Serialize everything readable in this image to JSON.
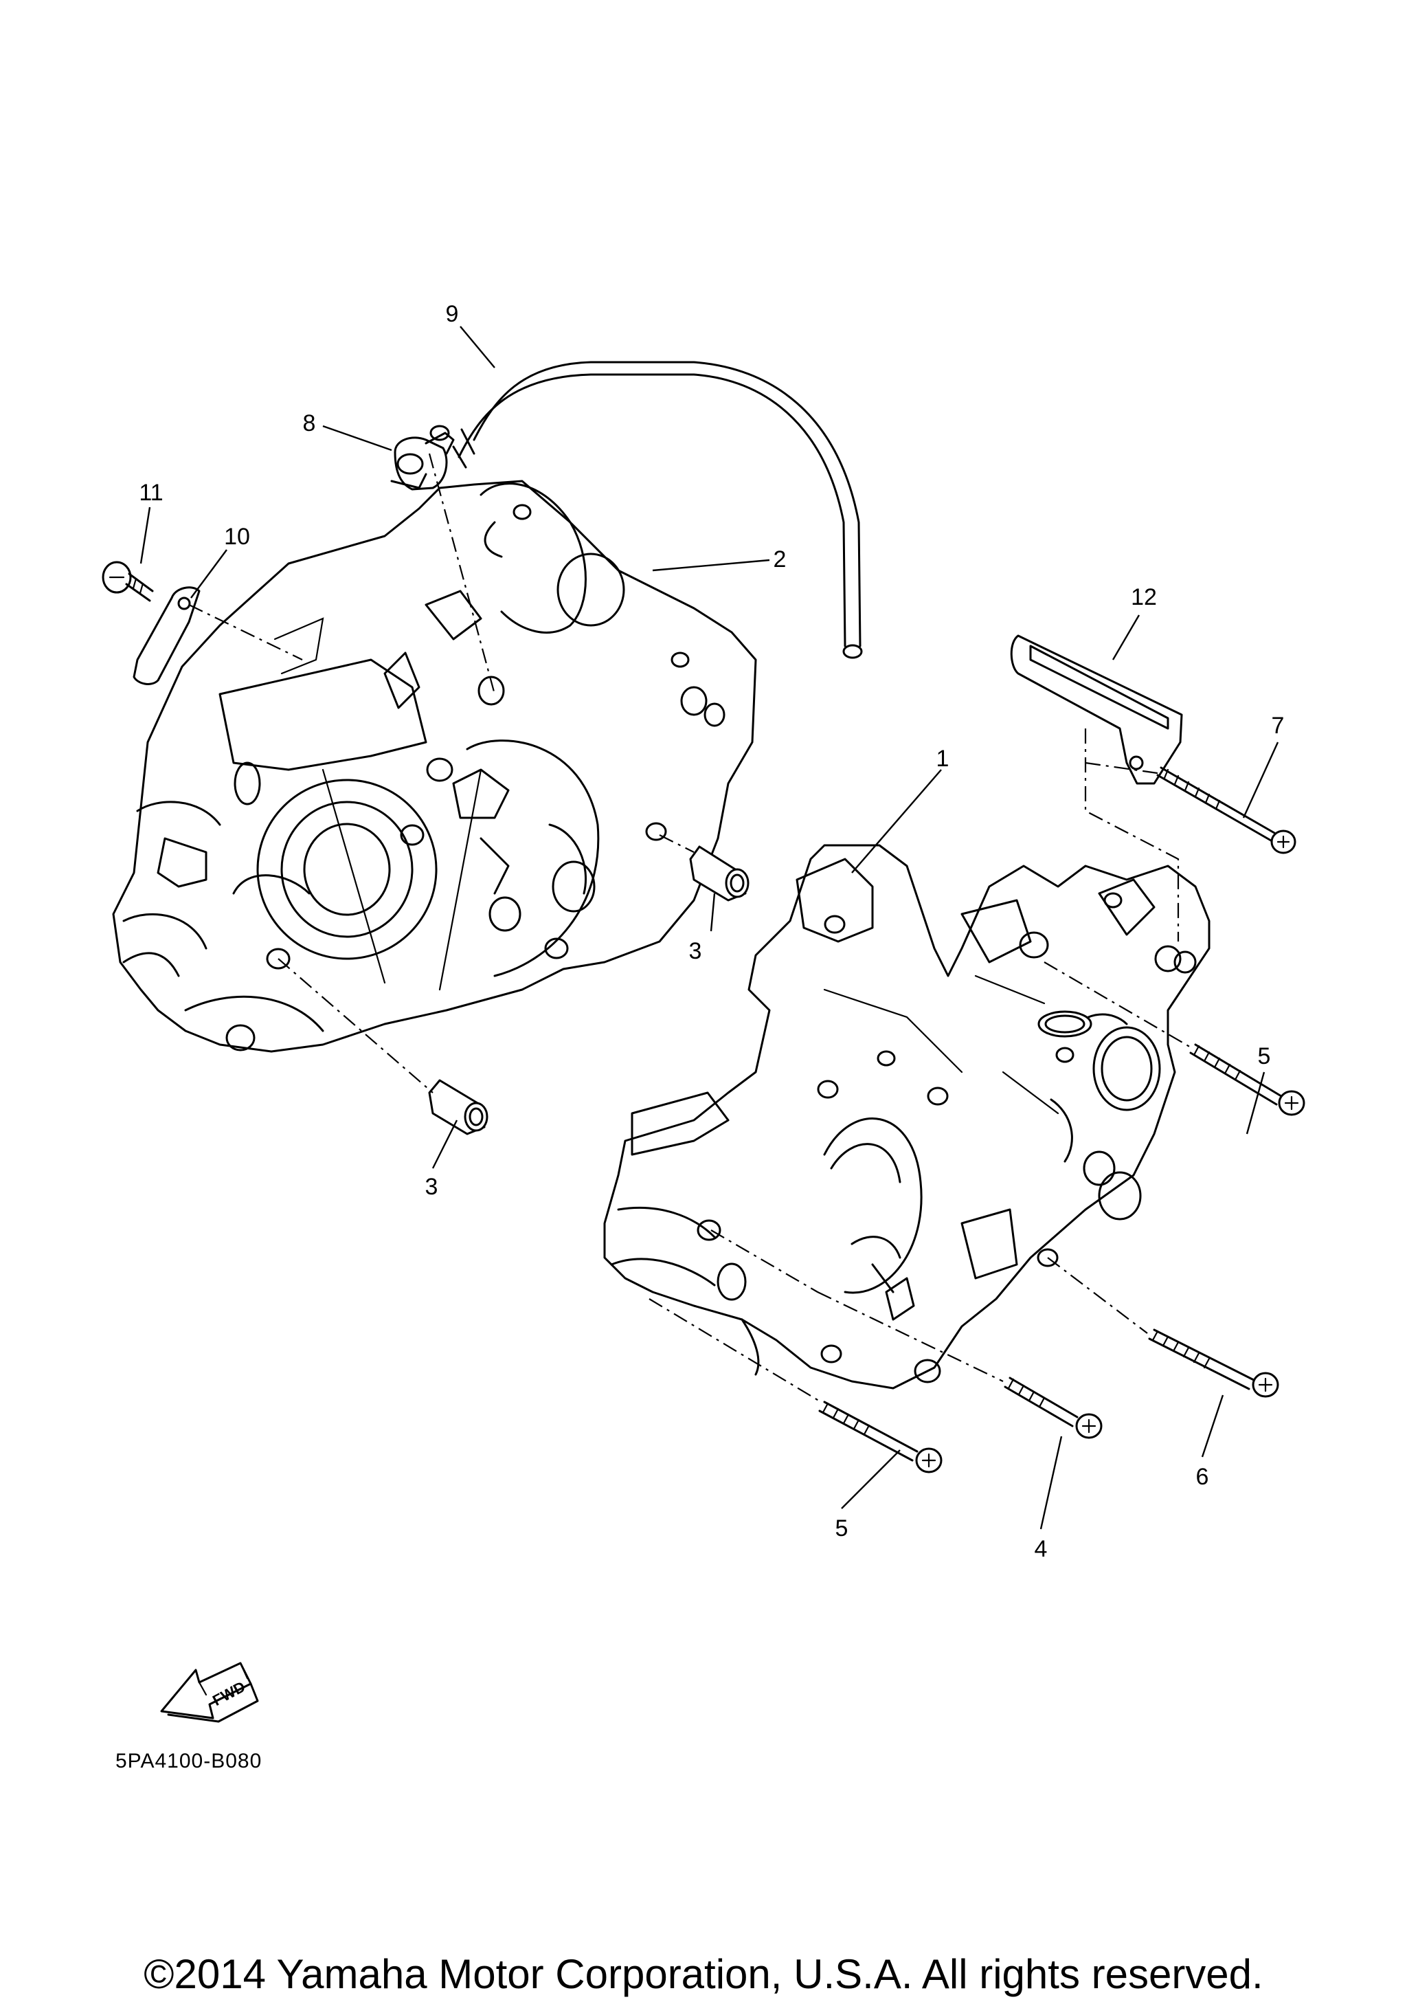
{
  "diagram": {
    "callouts": [
      {
        "id": "c1",
        "label": "1"
      },
      {
        "id": "c2",
        "label": "2"
      },
      {
        "id": "c3a",
        "label": "3"
      },
      {
        "id": "c3b",
        "label": "3"
      },
      {
        "id": "c4",
        "label": "4"
      },
      {
        "id": "c5a",
        "label": "5"
      },
      {
        "id": "c5b",
        "label": "5"
      },
      {
        "id": "c6",
        "label": "6"
      },
      {
        "id": "c7",
        "label": "7"
      },
      {
        "id": "c8",
        "label": "8"
      },
      {
        "id": "c9",
        "label": "9"
      },
      {
        "id": "c10",
        "label": "10"
      },
      {
        "id": "c11",
        "label": "11"
      },
      {
        "id": "c12",
        "label": "12"
      }
    ],
    "fwd_label": "FWD",
    "diagram_code": "5PA4100-B080"
  },
  "footer": {
    "copyright": "©2014 Yamaha Motor Corporation, U.S.A. All rights reserved."
  }
}
